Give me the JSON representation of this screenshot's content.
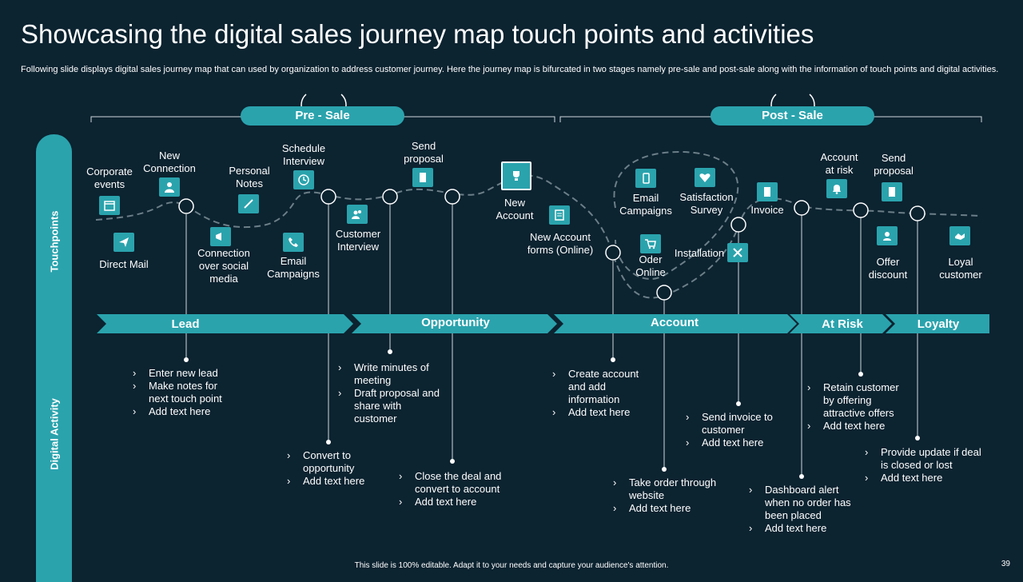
{
  "title": "Showcasing the digital sales journey map touch points and activities",
  "subtitle": "Following slide displays digital sales journey map that can used by organization to address customer journey. Here the journey map is bifurcated in two stages namely pre-sale and post-sale along with the information of touch points and digital activities.",
  "stages": {
    "pre": "Pre - Sale",
    "post": "Post - Sale"
  },
  "side": {
    "touchpoints": "Touchpoints",
    "digital_activity": "Digital Activity"
  },
  "phases": [
    "Lead",
    "Opportunity",
    "Account",
    "At Risk",
    "Loyalty"
  ],
  "touchpoints": [
    {
      "label": "Corporate\nevents",
      "icon": "calendar-icon"
    },
    {
      "label": "Direct Mail",
      "icon": "paper-plane-icon"
    },
    {
      "label": "New\nConnection",
      "icon": "user-icon"
    },
    {
      "label": "Connection\nover social\nmedia",
      "icon": "megaphone-icon"
    },
    {
      "label": "Personal\nNotes",
      "icon": "pen-icon"
    },
    {
      "label": "Email\nCampaigns",
      "icon": "phone-icon"
    },
    {
      "label": "Schedule\nInterview",
      "icon": "clock-icon"
    },
    {
      "label": "Customer\nInterview",
      "icon": "people-icon"
    },
    {
      "label": "Send\nproposal",
      "icon": "document-icon"
    },
    {
      "label": "New\nAccount",
      "icon": "trophy-icon"
    },
    {
      "label": "New Account\nforms (Online)",
      "icon": "form-icon"
    },
    {
      "label": "Email\nCampaigns",
      "icon": "mobile-icon"
    },
    {
      "label": "Oder\nOnline",
      "icon": "cart-icon"
    },
    {
      "label": "Satisfaction\nSurvey",
      "icon": "heart-icon"
    },
    {
      "label": "Installation",
      "icon": "tools-icon"
    },
    {
      "label": "Invoice",
      "icon": "invoice-icon"
    },
    {
      "label": "Account\nat risk",
      "icon": "bell-icon"
    },
    {
      "label": "Send\nproposal",
      "icon": "document-icon"
    },
    {
      "label": "Offer\ndiscount",
      "icon": "discount-icon"
    },
    {
      "label": "Loyal\ncustomer",
      "icon": "handshake-icon"
    }
  ],
  "activities": [
    [
      "Enter new lead",
      "Make notes for\nnext touch point",
      "Add text here"
    ],
    [
      "Convert to\nopportunity",
      "Add text here"
    ],
    [
      "Write minutes of\nmeeting",
      "Draft proposal and\nshare with\ncustomer"
    ],
    [
      "Close the deal and\nconvert to account",
      "Add text here"
    ],
    [
      "Create account\nand add\ninformation",
      "Add text here"
    ],
    [
      "Take order through\nwebsite",
      "Add text here"
    ],
    [
      "Send invoice to\ncustomer",
      "Add text here"
    ],
    [
      "Dashboard alert\nwhen no order has\nbeen placed",
      "Add text here"
    ],
    [
      "Retain customer\nby offering\nattractive offers",
      "Add text here"
    ],
    [
      "Provide update if deal\nis closed or lost",
      "Add text here"
    ]
  ],
  "footer": "This slide is 100% editable. Adapt it to your needs and capture your audience's attention.",
  "page_number": "39",
  "colors": {
    "background": "#0c2330",
    "accent": "#2aa3ad",
    "line": "#6b7f88"
  }
}
